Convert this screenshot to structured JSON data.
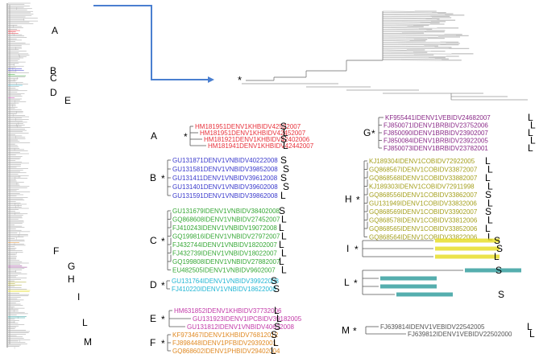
{
  "colors": {
    "red": "#e8323c",
    "blue": "#3a3acc",
    "green": "#36a836",
    "cyan": "#22b6d4",
    "magenta": "#c23aa8",
    "orange": "#e08a24",
    "purple": "#8a2a88",
    "olive": "#a5a01e",
    "yellow": "#e6dc1e",
    "teal": "#2a9a9a",
    "gray": "#555555",
    "arrow": "#4a7fd0"
  },
  "side_labels": [
    {
      "text": "A"
    },
    {
      "text": "B"
    },
    {
      "text": "C"
    },
    {
      "text": "D"
    },
    {
      "text": "E"
    },
    {
      "text": "F"
    },
    {
      "text": "G"
    },
    {
      "text": "H"
    },
    {
      "text": "I"
    },
    {
      "text": "L"
    },
    {
      "text": "M"
    }
  ],
  "overview_marker": "*",
  "left_clades": [
    {
      "letter": "A",
      "color": "#e8323c",
      "items": [
        {
          "name": "HM181951DENV1KHBIDV42522007",
          "tag": "S"
        },
        {
          "name": "HM181951DENV1KHBIDV42452007",
          "tag": "L"
        },
        {
          "name": "HM181921DENV1KHBIDV42402006",
          "tag": "S"
        },
        {
          "name": "HM181941DENV1KHBIDV42442007",
          "tag": "L"
        }
      ]
    },
    {
      "letter": "B",
      "color": "#3a3acc",
      "items": [
        {
          "name": "GU131871DENV1VNBIDV40222008",
          "tag": "S"
        },
        {
          "name": "GU131581DENV1VNBIDV39852008",
          "tag": "S"
        },
        {
          "name": "GU131411DENV1VNBIDV39612008",
          "tag": "S"
        },
        {
          "name": "GU131401DENV1VNBIDV39602008",
          "tag": "S"
        },
        {
          "name": "GU131591DENV1VNBIDV39862008",
          "tag": "L"
        }
      ]
    },
    {
      "letter": "C",
      "color": "#36a836",
      "items": [
        {
          "name": "GU131679IDENV1VNBIDV38402008",
          "tag": "S"
        },
        {
          "name": "GQ868608IDENV1VNBIDV27452007",
          "tag": "L"
        },
        {
          "name": "FJ410243IDENV1VNBIDV19072008",
          "tag": "L"
        },
        {
          "name": "GQ199816IDENV1VNBIDV27972007",
          "tag": "L"
        },
        {
          "name": "FJ432744IDENV1VNBIDV18202007",
          "tag": "L"
        },
        {
          "name": "FJ432739IDENV1VNBIDV18022007",
          "tag": "L"
        },
        {
          "name": "GQ199808IDENV1VNBIDV27882007",
          "tag": "L"
        },
        {
          "name": "EU482505IDENV1VNBIDV9602007",
          "tag": "L"
        }
      ]
    },
    {
      "letter": "D",
      "color": "#22b6d4",
      "items": [
        {
          "name": "GU131764IDENV1VNBIDV39922008",
          "tag": "S"
        },
        {
          "name": "FJ410220IDENV1VNBIDV18622008",
          "tag": "S"
        }
      ]
    },
    {
      "letter": "E",
      "color": "#c23aa8",
      "items": [
        {
          "name": "HM631852IDENV1KHBIDV37732006",
          "tag": "L"
        },
        {
          "name": "GU131923IDENV1IPCBIDV39182005",
          "tag": "L"
        },
        {
          "name": "GU131812IDENV1VNBIDV40632008",
          "tag": "S"
        }
      ]
    },
    {
      "letter": "F",
      "color": "#e08a24",
      "items": [
        {
          "name": "KF973467IDENV1KHBIDV76812012",
          "tag": "S"
        },
        {
          "name": "FJ898448IDENV1PFBIDV29392001",
          "tag": "L"
        },
        {
          "name": "GQ868602IDENV1PHBIDV29402004",
          "tag": "L"
        }
      ]
    }
  ],
  "right_clades": [
    {
      "letter": "G",
      "color": "#8a2a88",
      "items": [
        {
          "name": "KF955441IDENV1VEBIDV24682007",
          "tag": "L"
        },
        {
          "name": "FJ850071IDENV1BRBIDV23752006",
          "tag": "L"
        },
        {
          "name": "FJ850090IDENV1BRBIDV23902007",
          "tag": "L"
        },
        {
          "name": "FJ850084IDENV1BRBIDV23922005",
          "tag": "L"
        },
        {
          "name": "FJ850073IDENV1BRBIDV23782001",
          "tag": "L"
        }
      ]
    },
    {
      "letter": "H",
      "color": "#a5a01e",
      "items": [
        {
          "name": "KJ189304IDENV1COBIDV72922005",
          "tag": "L"
        },
        {
          "name": "GQ868567IDENV1COBIDV33872007",
          "tag": "L"
        },
        {
          "name": "GQ868568IDENV1COBIDV33882007",
          "tag": "L"
        },
        {
          "name": "KJ189303IDENV1COBIDV72911998",
          "tag": "L"
        },
        {
          "name": "GQ868556IDENV1COBIDV33862007",
          "tag": "S"
        },
        {
          "name": "GU131949IDENV1COBIDV33832006",
          "tag": "L"
        },
        {
          "name": "GQ868569IDENV1COBIDV33902007",
          "tag": "S"
        },
        {
          "name": "GQ868578IDENV1COBIDV33812006",
          "tag": "L"
        },
        {
          "name": "GQ868565IDENV1COBIDV33852006",
          "tag": "L"
        },
        {
          "name": "GQ868564IDENV1COBIDV33822006",
          "tag": "L"
        }
      ]
    },
    {
      "letter": "I",
      "color": "#e6dc1e",
      "items": [
        {
          "name": "",
          "tag": "S"
        },
        {
          "name": "",
          "tag": "S"
        },
        {
          "name": "",
          "tag": "L"
        }
      ]
    },
    {
      "letter": "L",
      "color": "#2a9a9a",
      "items": [
        {
          "name": "",
          "tag": "S"
        },
        {
          "name": "",
          "tag": ""
        },
        {
          "name": "",
          "tag": ""
        },
        {
          "name": "",
          "tag": "S"
        }
      ]
    },
    {
      "letter": "M",
      "color": "#555555",
      "items": [
        {
          "name": "FJ639814IDENV1VEBIDV22542005",
          "tag": "L"
        },
        {
          "name": "FJ639812IDENV1VEBIDV22502000",
          "tag": "L"
        }
      ]
    }
  ]
}
